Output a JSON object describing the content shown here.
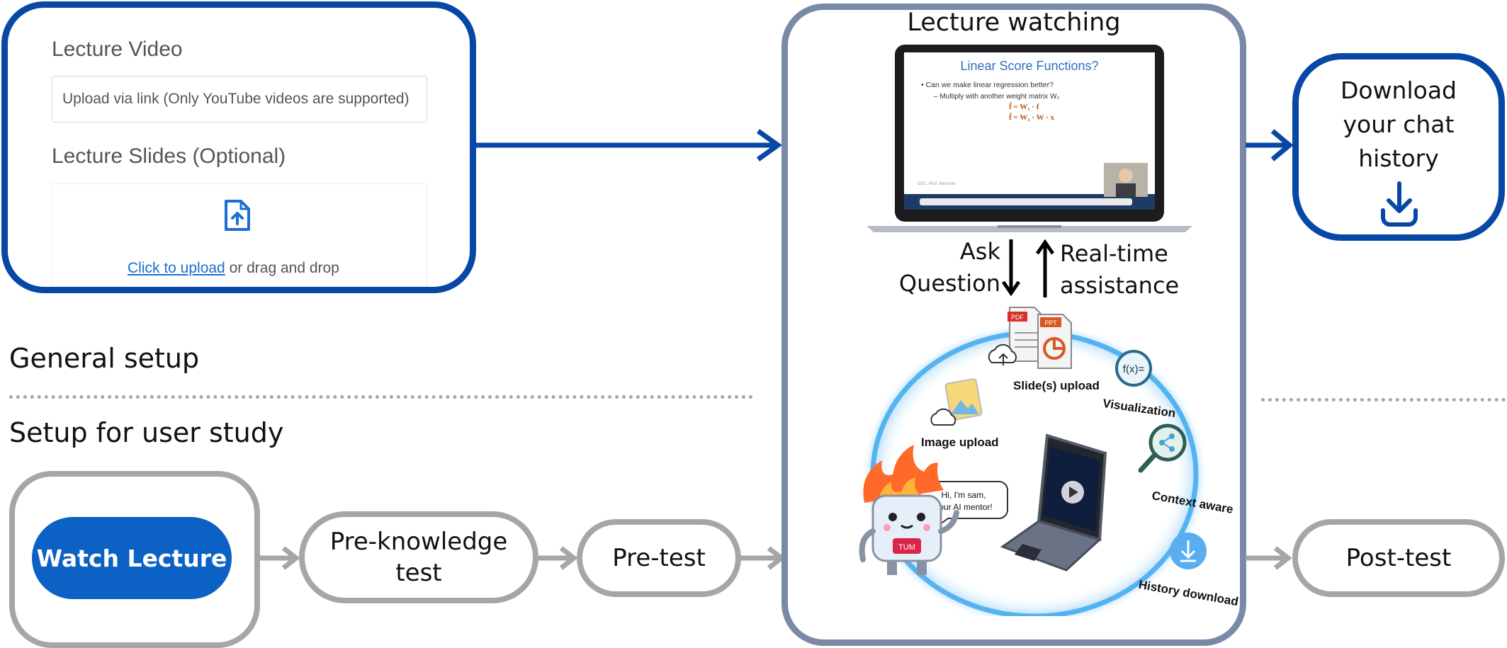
{
  "general_setup": {
    "upload_form": {
      "video_label": "Lecture Video",
      "video_placeholder": "Upload via link (Only YouTube videos are supported)",
      "slides_label": "Lecture Slides (Optional)",
      "upload_link": "Click to upload",
      "upload_suffix": " or drag and drop"
    },
    "section_label": "General setup",
    "download_label": "Download your chat history"
  },
  "user_study": {
    "section_label": "Setup for user study",
    "watch_button": "Watch Lecture",
    "pre_knowledge": "Pre-knowledge test",
    "pre_test": "Pre-test",
    "post_test": "Post-test"
  },
  "lecture": {
    "title": "Lecture watching",
    "slide": {
      "title": "Linear Score Functions?",
      "bullet": "Can we make linear regression better?",
      "sub_bullet": "Multiply with another weight matrix W₂",
      "eq1": "f̂ = W₁ · f",
      "eq2": "f̂ = W₂ · W · x",
      "footer": "I2DL: Prof. Niessner"
    },
    "ask_question": "Ask Question",
    "realtime": "Real-time assistance",
    "features": {
      "pdf": "PDF",
      "ppt": "PPT",
      "slides_upload": "Slide(s) upload",
      "visualization": "Visualization",
      "image_upload": "Image upload",
      "context_aware": "Context aware",
      "history_download": "History download",
      "fx": "f(x)=",
      "speech_line1": "Hi, I'm sam,",
      "speech_line2": "your AI mentor!",
      "robot_badge": "TUM"
    }
  },
  "colors": {
    "blue": "#0747a6",
    "gray": "#a6a6a6",
    "panel_border": "#7a8aa6",
    "button_blue": "#0b62c4"
  }
}
